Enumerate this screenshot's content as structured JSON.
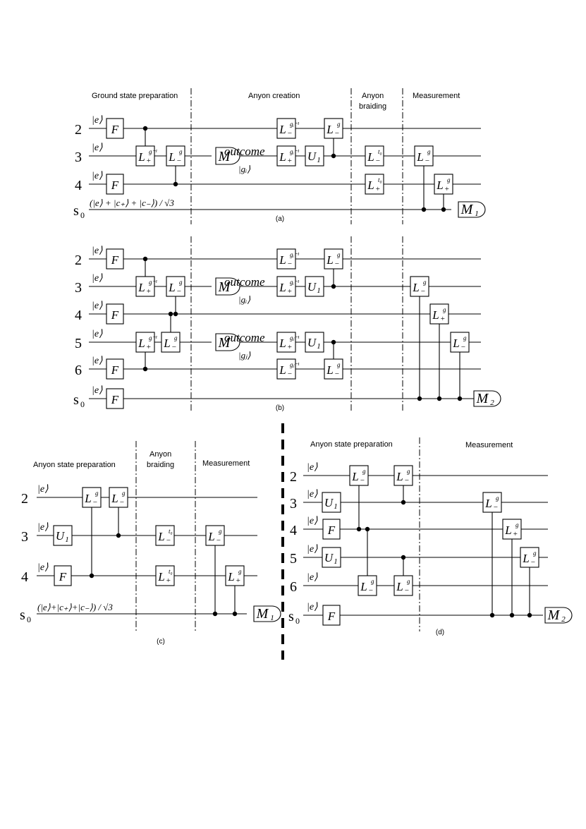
{
  "panels": [
    {
      "id": "a",
      "caption": "(a)",
      "sections": [
        "Ground state preparation",
        "Anyon creation",
        "Anyon",
        "braiding",
        "Measurement"
      ],
      "wires": [
        "2",
        "3",
        "4",
        "s",
        "0"
      ],
      "inputs": [
        "|e⟩"
      ],
      "initial_state": "(|e⟩ + |c₊⟩ + |c₋⟩) / √3",
      "measure": {
        "main": "M",
        "sub": "1"
      },
      "outcome": {
        "label": "outcome",
        "value": "|gᵢ⟩"
      }
    },
    {
      "id": "b",
      "caption": "(b)",
      "wires": [
        "2",
        "3",
        "4",
        "5",
        "6",
        "s",
        "0"
      ],
      "measure": {
        "main": "M",
        "sub": "2"
      },
      "outcome_i": {
        "label": "outcome",
        "value": "|gᵢ⟩"
      },
      "outcome_j": {
        "label": "outcome",
        "value": "|gⱼ⟩"
      }
    },
    {
      "id": "c",
      "caption": "(c)",
      "sections": [
        "Anyon state preparation",
        "Anyon",
        "braiding",
        "Measurement"
      ],
      "wires": [
        "2",
        "3",
        "4",
        "s",
        "0"
      ],
      "initial_state": "(|e⟩+|c₊⟩+|c₋⟩) / √3",
      "measure": {
        "main": "M",
        "sub": "1"
      }
    },
    {
      "id": "d",
      "caption": "(d)",
      "sections": [
        "Anyon state preparation",
        "Measurement"
      ],
      "wires": [
        "2",
        "3",
        "4",
        "5",
        "6",
        "s",
        "0"
      ],
      "measure": {
        "main": "M",
        "sub": "2"
      }
    }
  ],
  "gates": {
    "F": "F",
    "M": "M",
    "U": "U",
    "U_sub": "1",
    "L": "L",
    "plus": "+",
    "minus": "−",
    "sup_g": "g",
    "sup_ginv": "g⁻¹",
    "sup_t0": "t₀",
    "sup_gi": "gᵢ",
    "sup_gi_inv": "gᵢ⁻¹",
    "sup_gj": "gⱼ",
    "sup_gj_inv": "gⱼ⁻¹"
  }
}
